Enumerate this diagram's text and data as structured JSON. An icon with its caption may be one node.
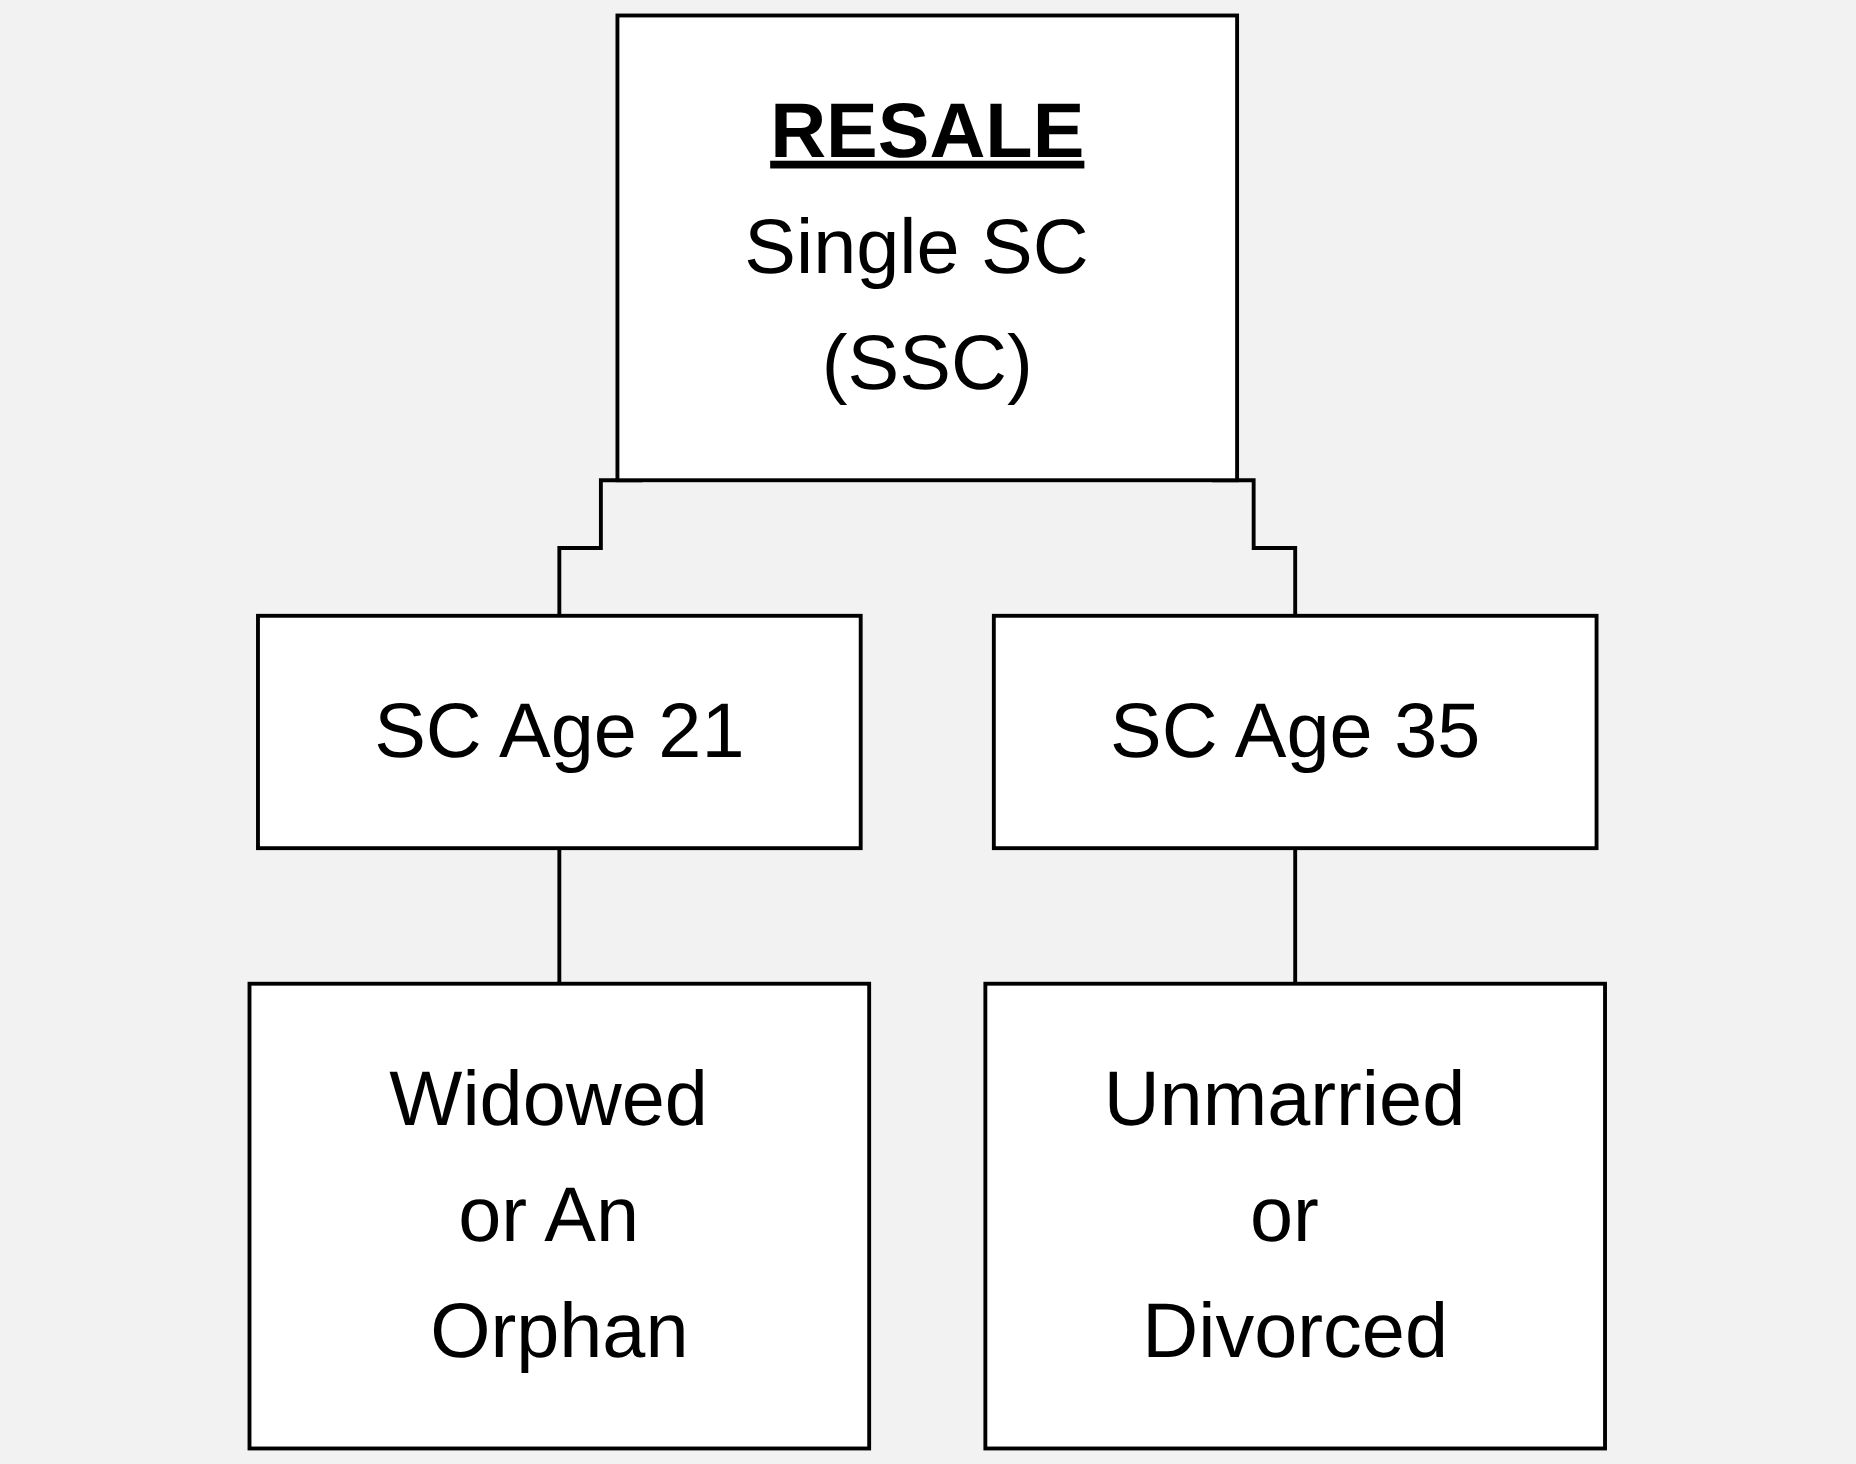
{
  "diagram": {
    "nodes": [
      {
        "text": [
          "RESALE",
          "Single SC (SSC)"
        ]
      },
      {
        "text": [
          "SC Age 21"
        ]
      },
      {
        "text": [
          "SC Age 35"
        ]
      },
      {
        "text": [
          "Widowed or An Orphan"
        ]
      },
      {
        "text": [
          "Unmarried or Divorced"
        ]
      }
    ],
    "edges": [
      {
        "from": 0,
        "to": 1,
        "arrow": "none"
      },
      {
        "from": 0,
        "to": 2,
        "arrow": "none"
      },
      {
        "from": 1,
        "to": 3,
        "arrow": "none"
      },
      {
        "from": 2,
        "to": 4,
        "arrow": "none"
      }
    ]
  }
}
